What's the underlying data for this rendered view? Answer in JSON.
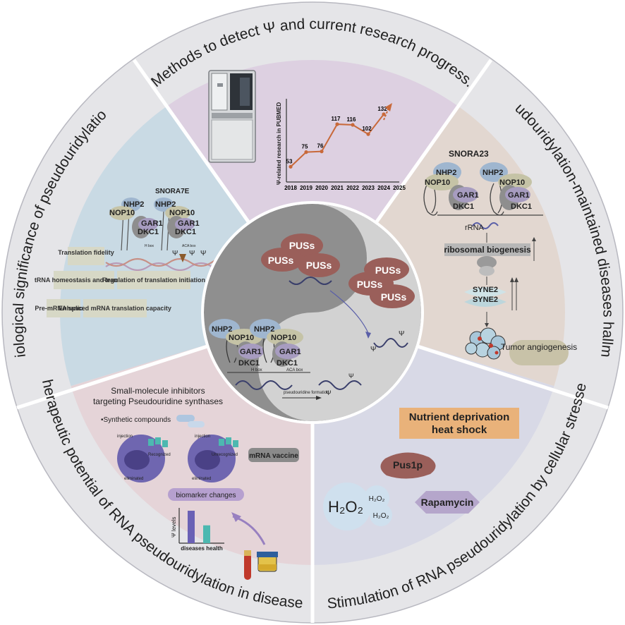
{
  "ring": {
    "top": "Methods to detect Ψ and current research progress.",
    "upper_left": "Biological significance of pseudouridylation",
    "upper_right": "Pseudouridylation-maintained diseases hallmarks",
    "lower_left": "Therapeutic potential of RNA pseudouridylation in diseases.",
    "lower_right": "Stimulation of  RNA pseudouridylation by cellular stresses"
  },
  "center": {
    "pus_labels": [
      "PUSs",
      "PUSs",
      "PUSs",
      "PUSs",
      "PUSs",
      "PUSs"
    ],
    "proteins": [
      "NHP2",
      "NOP10",
      "GAR1",
      "DKC1",
      "NHP2",
      "NOP10",
      "GAR1",
      "DKC1"
    ],
    "box_labels": [
      "H box",
      "ACA box"
    ],
    "formation_label": "pseudouridine formation",
    "psi": "Ψ"
  },
  "methods": {
    "chart_data": {
      "type": "line",
      "x": [
        2018,
        2019,
        2020,
        2021,
        2022,
        2023,
        2024
      ],
      "values": [
        53,
        75,
        76,
        117,
        116,
        102,
        132
      ],
      "x_ticks": [
        "2018",
        "2019",
        "2020",
        "2021",
        "2022",
        "2023",
        "2024",
        "2025"
      ],
      "ylabel": "Ψ-related research in PUBMED",
      "color": "#c8693a"
    }
  },
  "biological": {
    "snora_label": "SNORA7E",
    "proteins": [
      "NHP2",
      "NOP10",
      "GAR1",
      "DKC1",
      "NHP2",
      "NOP10",
      "GAR1",
      "DKC1"
    ],
    "box_labels": [
      "H box",
      "ACA box"
    ],
    "boxes": [
      "Translation fidelity",
      "tRNA homeostasis and transport",
      "Regulation of translation initiation",
      "Pre-mRNA splicing",
      "Enhanced mRNA translation capacity"
    ]
  },
  "hallmarks": {
    "snora_label": "SNORA23",
    "proteins": [
      "NHP2",
      "NOP10",
      "GAR1",
      "DKC1",
      "NHP2",
      "NOP10",
      "GAR1",
      "DKC1"
    ],
    "rrna_label": "rRNA",
    "ribosomal_label": "ribosomal biogenesis",
    "syne_label": "SYNE2",
    "tumor_label": "Tumor angiogenesis"
  },
  "therapeutic": {
    "title_line1": "Small-molecule inhibitors",
    "title_line2": "targeting Pseudouridine synthases",
    "synthetic_label": "•Synthetic compounds",
    "injection_label": "injection",
    "recognized_label": "Recognized",
    "unrecognized_label": "Unrecognized",
    "eliminated_label": "eliminated",
    "mrna_vaccine": "mRNA vaccine",
    "biomarker_label": "biomarker changes",
    "axis_ylabel": "Ψ levels",
    "axis_xlabel": "diseases health",
    "chart_data": {
      "type": "bar",
      "categories": [
        "diseases",
        "health"
      ],
      "values": [
        1.0,
        0.55
      ],
      "colors": [
        "#6a61b5",
        "#4db8b0"
      ]
    }
  },
  "stresses": {
    "nutrient_line1": "Nutrient deprivation",
    "nutrient_line2": "heat shock",
    "pus1p": "Pus1p",
    "rapamycin": "Rapamycin",
    "h2o2": "H₂O₂"
  },
  "colors": {
    "top_sector": "#ddd0e1",
    "upper_left_sector": "#c9dae4",
    "upper_right_sector": "#e2d7d0",
    "lower_left_sector": "#e5d4d8",
    "lower_right_sector": "#d8d9e6",
    "outer_ring": "#e5e5e8",
    "yin_dark": "#8f8f8f",
    "yin_light": "#d2d2d2"
  }
}
